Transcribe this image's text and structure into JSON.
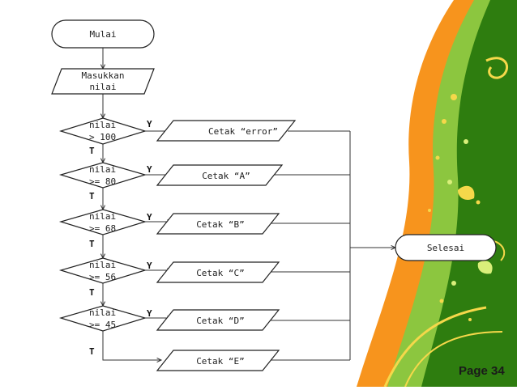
{
  "flowchart": {
    "start": "Mulai",
    "input": [
      "Masukkan",
      "nilai"
    ],
    "decisions": [
      {
        "line1": "nilai",
        "line2": "> 100"
      },
      {
        "line1": "nilai",
        "line2": ">= 80"
      },
      {
        "line1": "nilai",
        "line2": ">= 68"
      },
      {
        "line1": "nilai",
        "line2": ">= 56"
      },
      {
        "line1": "nilai",
        "line2": ">= 45"
      }
    ],
    "outputs": [
      "Cetak “error”",
      "Cetak “A”",
      "Cetak “B”",
      "Cetak “C”",
      "Cetak “D”",
      "Cetak “E”"
    ],
    "yes_label": "Y",
    "no_label": "T",
    "end": "Selesai"
  },
  "page_label": "Page 34",
  "colors": {
    "green_dark": "#2e7d0f",
    "green_light": "#8cc63f",
    "orange": "#f7941d",
    "yellow": "#f5d84a"
  }
}
